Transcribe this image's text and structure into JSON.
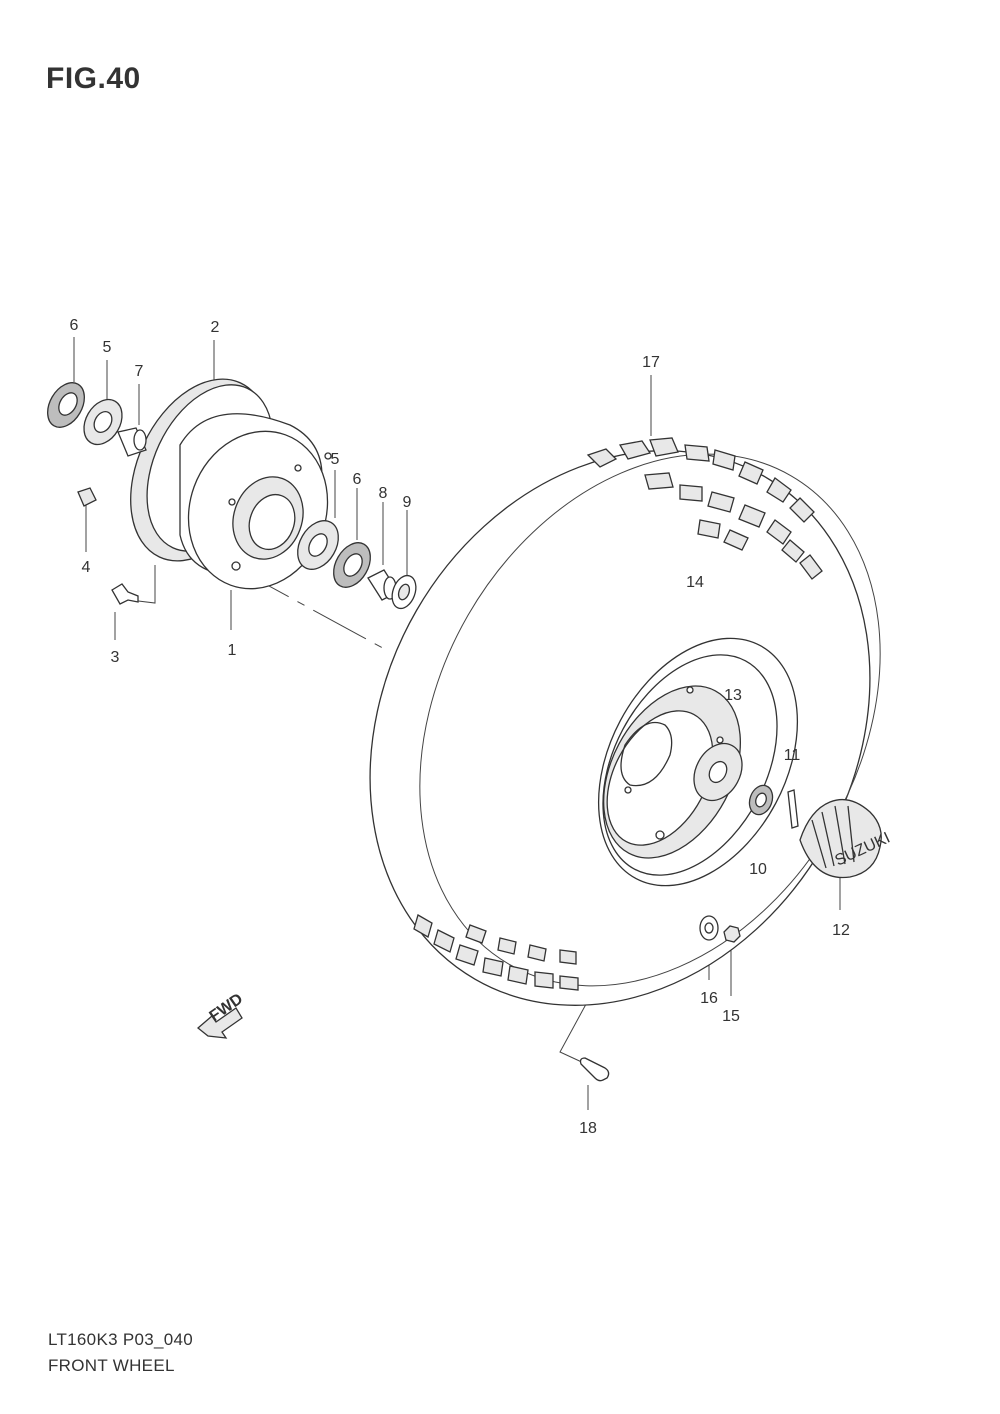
{
  "figure": {
    "title": "FIG.40"
  },
  "footer": {
    "model_code": "LT160K3 P03_040",
    "section_name": "FRONT WHEEL"
  },
  "fwd_arrow": {
    "text": "FWD"
  },
  "parts": [
    {
      "num": "1"
    },
    {
      "num": "2"
    },
    {
      "num": "3"
    },
    {
      "num": "4"
    },
    {
      "num": "5"
    },
    {
      "num": "6"
    },
    {
      "num": "7"
    },
    {
      "num": "5"
    },
    {
      "num": "6"
    },
    {
      "num": "8"
    },
    {
      "num": "9"
    },
    {
      "num": "10"
    },
    {
      "num": "11"
    },
    {
      "num": "12"
    },
    {
      "num": "13"
    },
    {
      "num": "14"
    },
    {
      "num": "15"
    },
    {
      "num": "16"
    },
    {
      "num": "17"
    },
    {
      "num": "18"
    }
  ],
  "hub_cap": {
    "logo_text": "SUZUKI"
  }
}
